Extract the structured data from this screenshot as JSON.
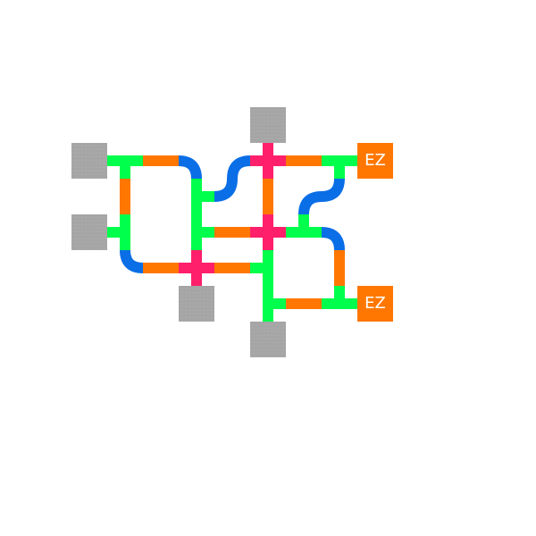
{
  "colors": {
    "background": "#ffffff",
    "straight_pipe": "#ff7700",
    "curved_pipe": "#0a6ee6",
    "tee_pipe": "#00ff4c",
    "cross_pipe": "#ff1f6a",
    "source_block": "#a5a5a5",
    "exit_block": "#ff7700",
    "exit_text": "#ffffff"
  },
  "exits": [
    {
      "label": "EZ"
    },
    {
      "label": "EZ"
    }
  ],
  "sources": [
    {
      "icon": "gray-source-block"
    },
    {
      "icon": "gray-source-block"
    },
    {
      "icon": "gray-source-block"
    },
    {
      "icon": "gray-source-block"
    },
    {
      "icon": "gray-source-block"
    }
  ],
  "tiles": {
    "straight": "orange-straight-pipe",
    "curve": "blue-curved-pipe",
    "tee": "green-tee-pipe",
    "cross": "pink-cross-pipe"
  }
}
